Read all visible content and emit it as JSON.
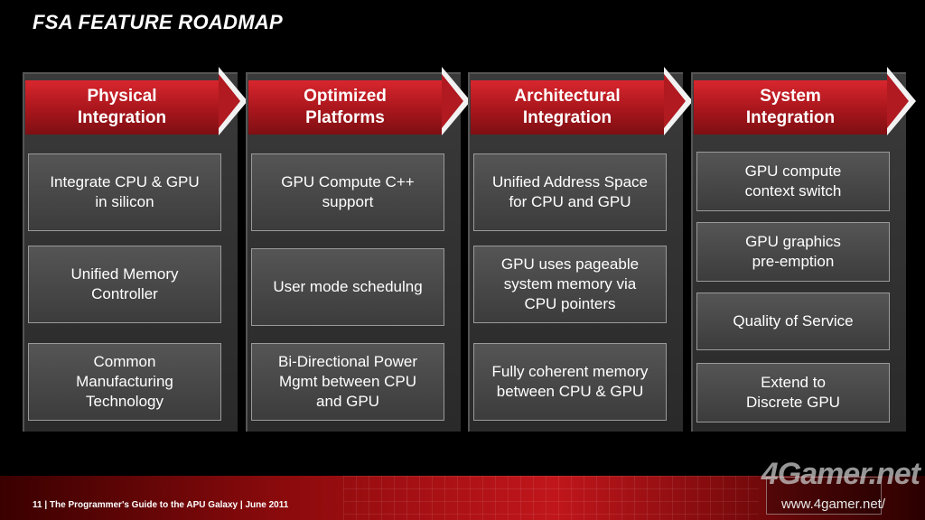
{
  "slide": {
    "title": "FSA FEATURE ROADMAP",
    "footer": "11  |  The Programmer's Guide to the APU Galaxy  |  June 2011",
    "watermark": "4Gamer.net",
    "watermark_url": "www.4gamer.net/"
  },
  "columns": [
    {
      "header": "Physical\nIntegration",
      "items": [
        "Integrate CPU & GPU\nin silicon",
        "Unified Memory\nController",
        "Common\nManufacturing\nTechnology"
      ]
    },
    {
      "header": "Optimized\nPlatforms",
      "items": [
        "GPU Compute C++\nsupport",
        "User mode schedulng",
        "Bi-Directional Power\nMgmt between CPU\nand GPU"
      ]
    },
    {
      "header": "Architectural\nIntegration",
      "items": [
        "Unified Address Space\nfor CPU and GPU",
        "GPU uses pageable\nsystem memory via\nCPU pointers",
        "Fully coherent memory\nbetween CPU & GPU"
      ]
    },
    {
      "header": "System\nIntegration",
      "items": [
        "GPU compute\ncontext switch",
        "GPU graphics\npre-emption",
        "Quality of Service",
        "Extend to\nDiscrete GPU"
      ]
    }
  ],
  "colors": {
    "accent": "#b01a20",
    "box_border": "#9a9a9a"
  }
}
